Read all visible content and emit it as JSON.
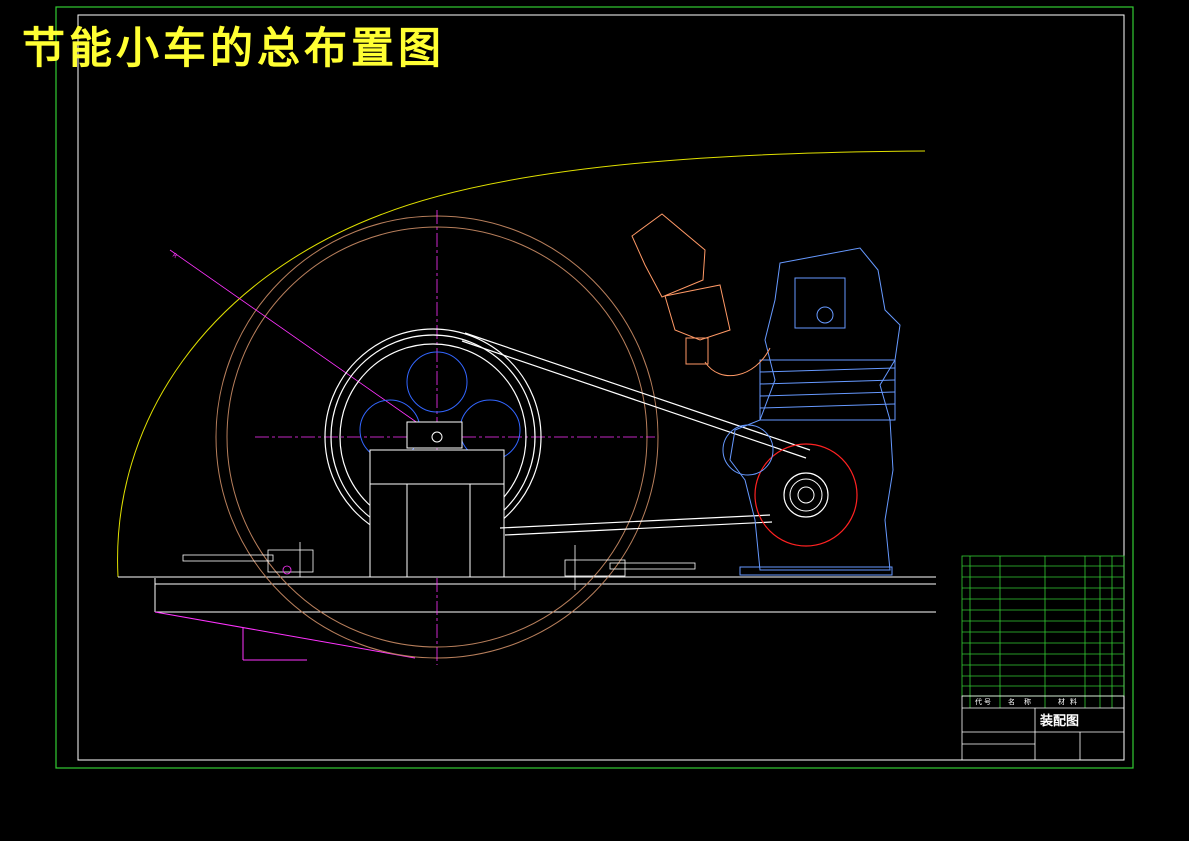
{
  "drawing": {
    "title": "节能小车的总布置图",
    "title_color": "#ffff33",
    "border_outer_color": "#33cc33",
    "border_inner_color": "#ffffff",
    "background": "#000000"
  },
  "title_block": {
    "name": "装配图",
    "parts_list_header": [
      "代",
      "号",
      "名",
      "称",
      "材",
      "料"
    ],
    "grid_color": "#33cc33"
  },
  "layer_colors": {
    "body_shell": "#e0e000",
    "wheel": "#b87f5c",
    "pulley": "#ffffff",
    "rollers": "#3366ff",
    "centerlines": "#ff33ff",
    "engine": "#6699ff",
    "carburetor": "#ff9966",
    "drive_pulley": "#ff2222"
  }
}
